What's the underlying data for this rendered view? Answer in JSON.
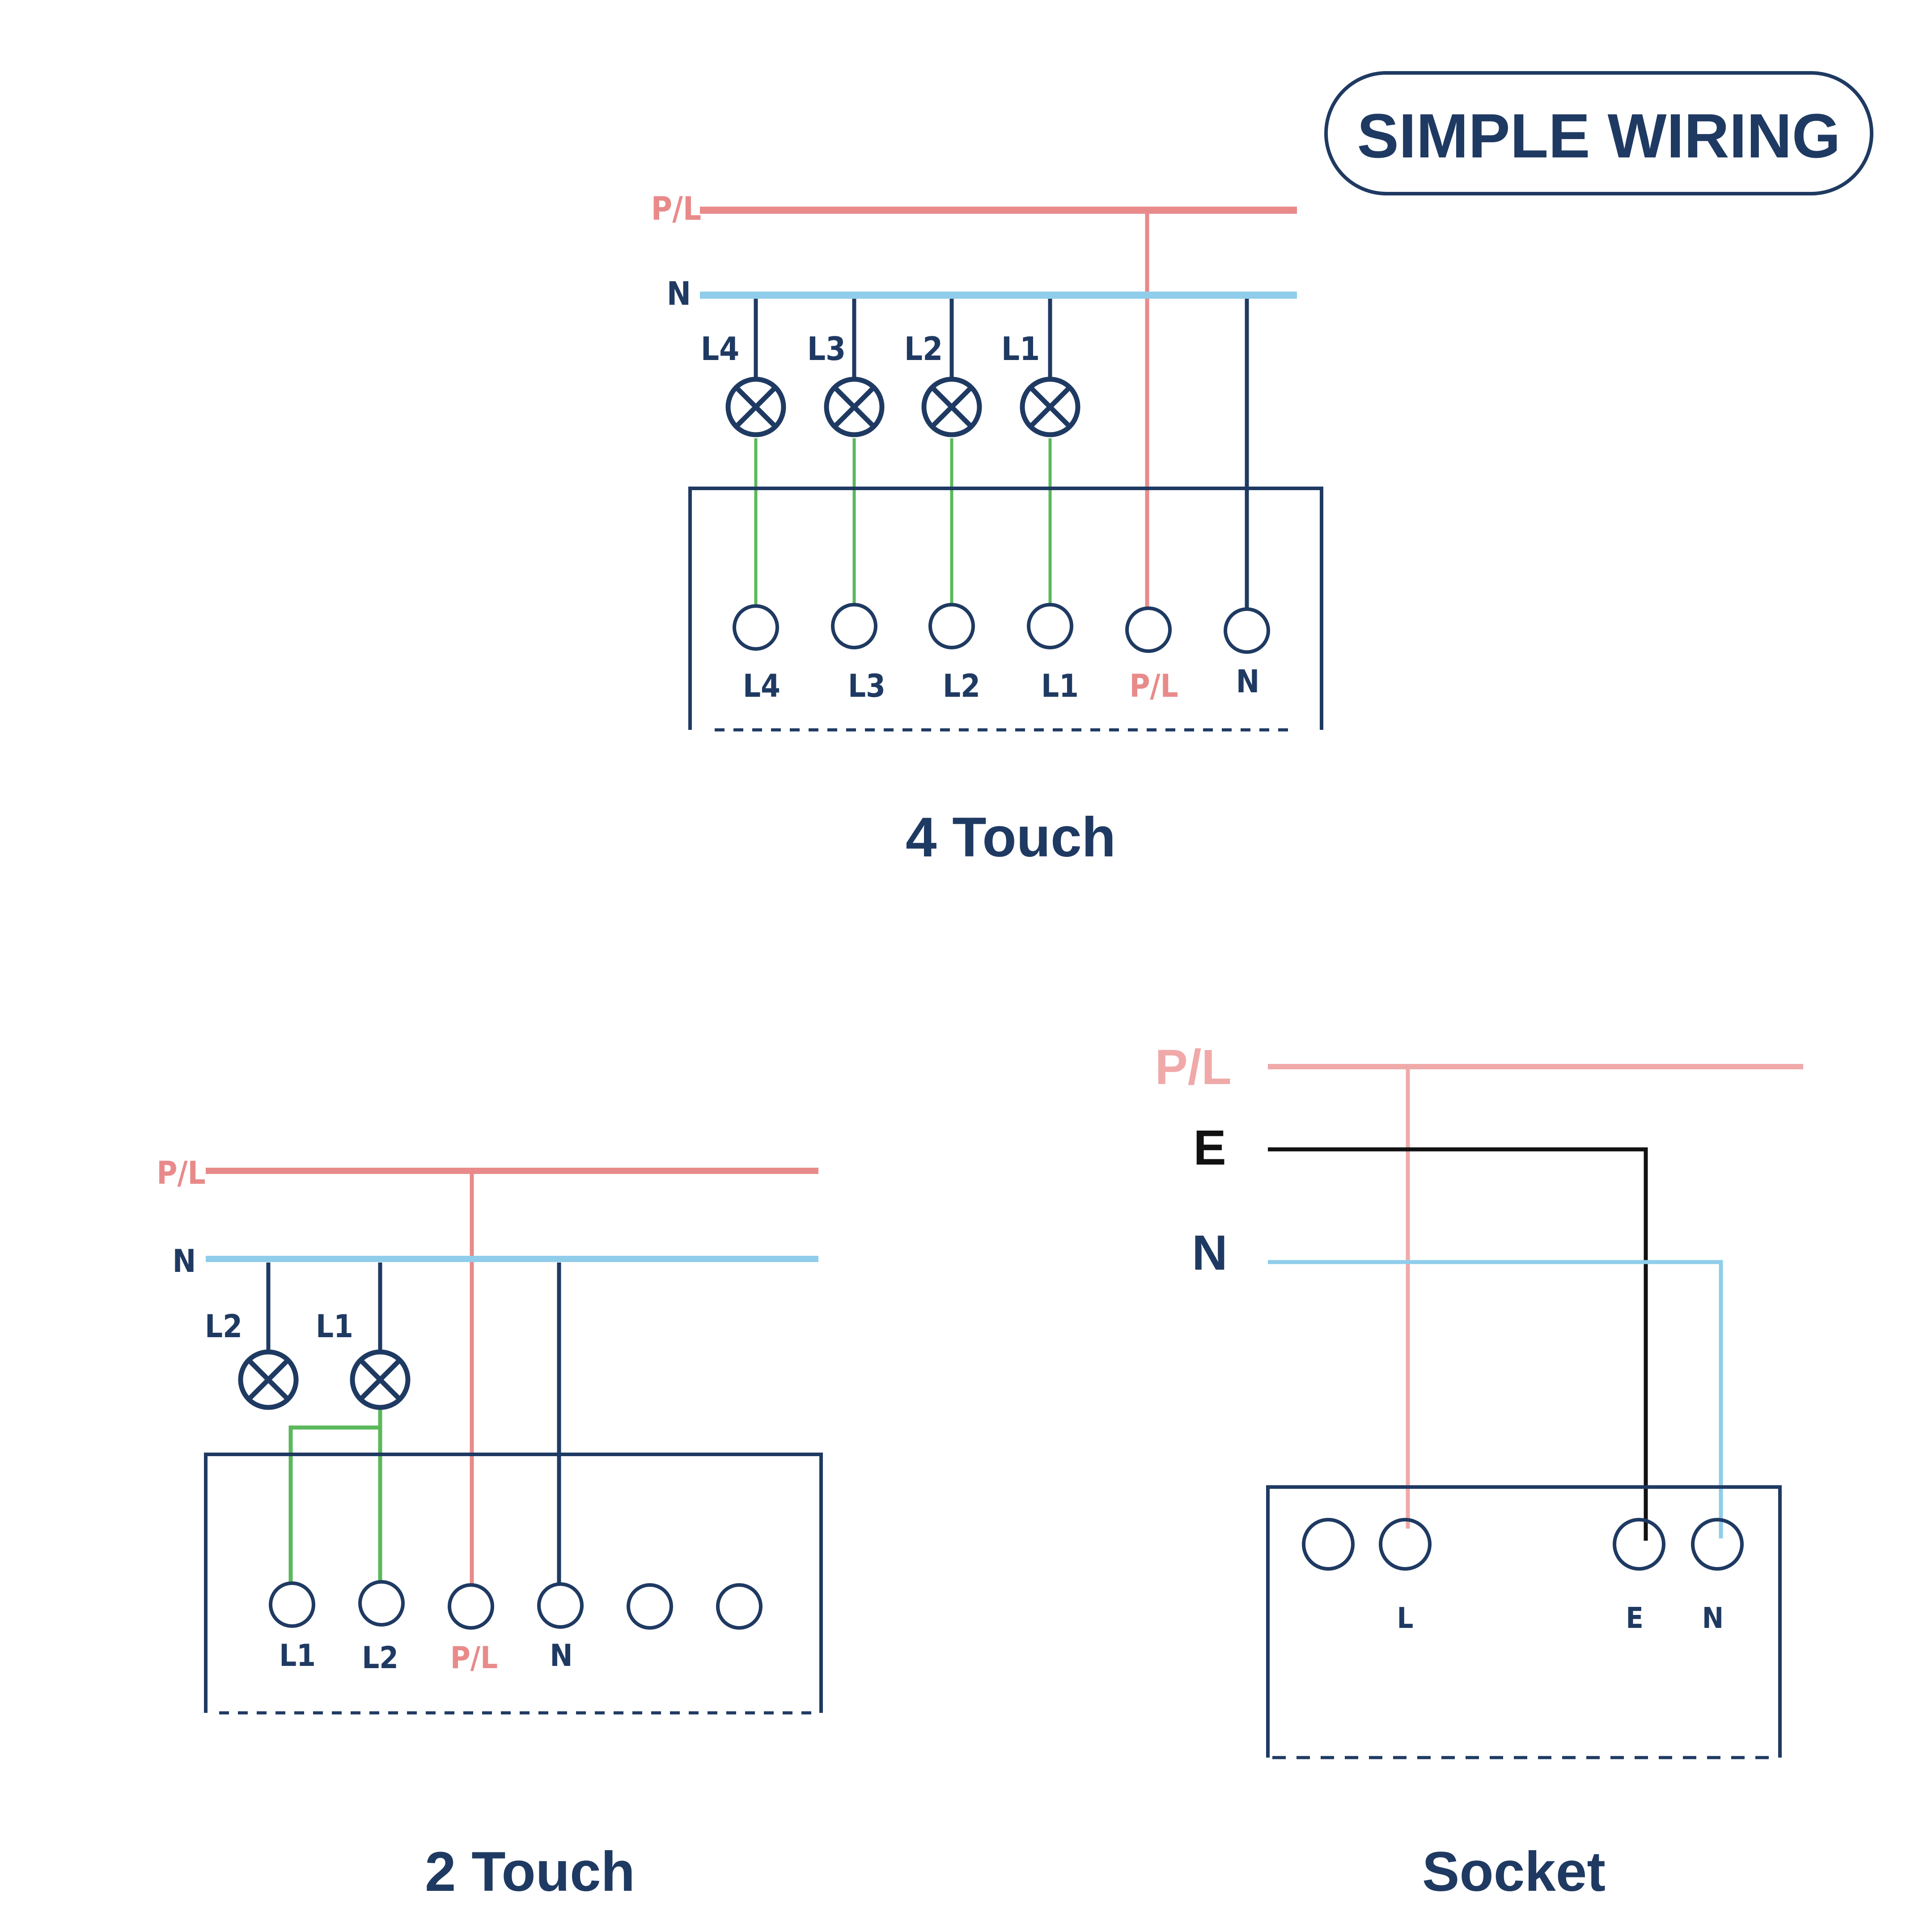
{
  "badge": {
    "text": "SIMPLE WIRING"
  },
  "colors": {
    "navy": "#1f3a62",
    "live": "#e98a8a",
    "live_light": "#f0a9a9",
    "neutral": "#8fcdea",
    "switched": "#5bb85b",
    "earth": "#111111"
  },
  "four_touch": {
    "title": "4 Touch",
    "line_labels": {
      "pl": "P/L",
      "n": "N"
    },
    "lamps": [
      {
        "icon": "lamp-icon",
        "label": "L4"
      },
      {
        "icon": "lamp-icon",
        "label": "L3"
      },
      {
        "icon": "lamp-icon",
        "label": "L2"
      },
      {
        "icon": "lamp-icon",
        "label": "L1"
      }
    ],
    "terminals": [
      "L4",
      "L3",
      "L2",
      "L1",
      "P/L",
      "N"
    ]
  },
  "two_touch": {
    "title": "2 Touch",
    "line_labels": {
      "pl": "P/L",
      "n": "N"
    },
    "lamps": [
      {
        "icon": "lamp-icon",
        "label": "L2"
      },
      {
        "icon": "lamp-icon",
        "label": "L1"
      }
    ],
    "terminals": [
      "L1",
      "L2",
      "P/L",
      "N",
      "",
      ""
    ]
  },
  "socket": {
    "title": "Socket",
    "line_labels": {
      "pl": "P/L",
      "e": "E",
      "n": "N"
    },
    "terminals": [
      "",
      "L",
      "E",
      "N"
    ]
  }
}
